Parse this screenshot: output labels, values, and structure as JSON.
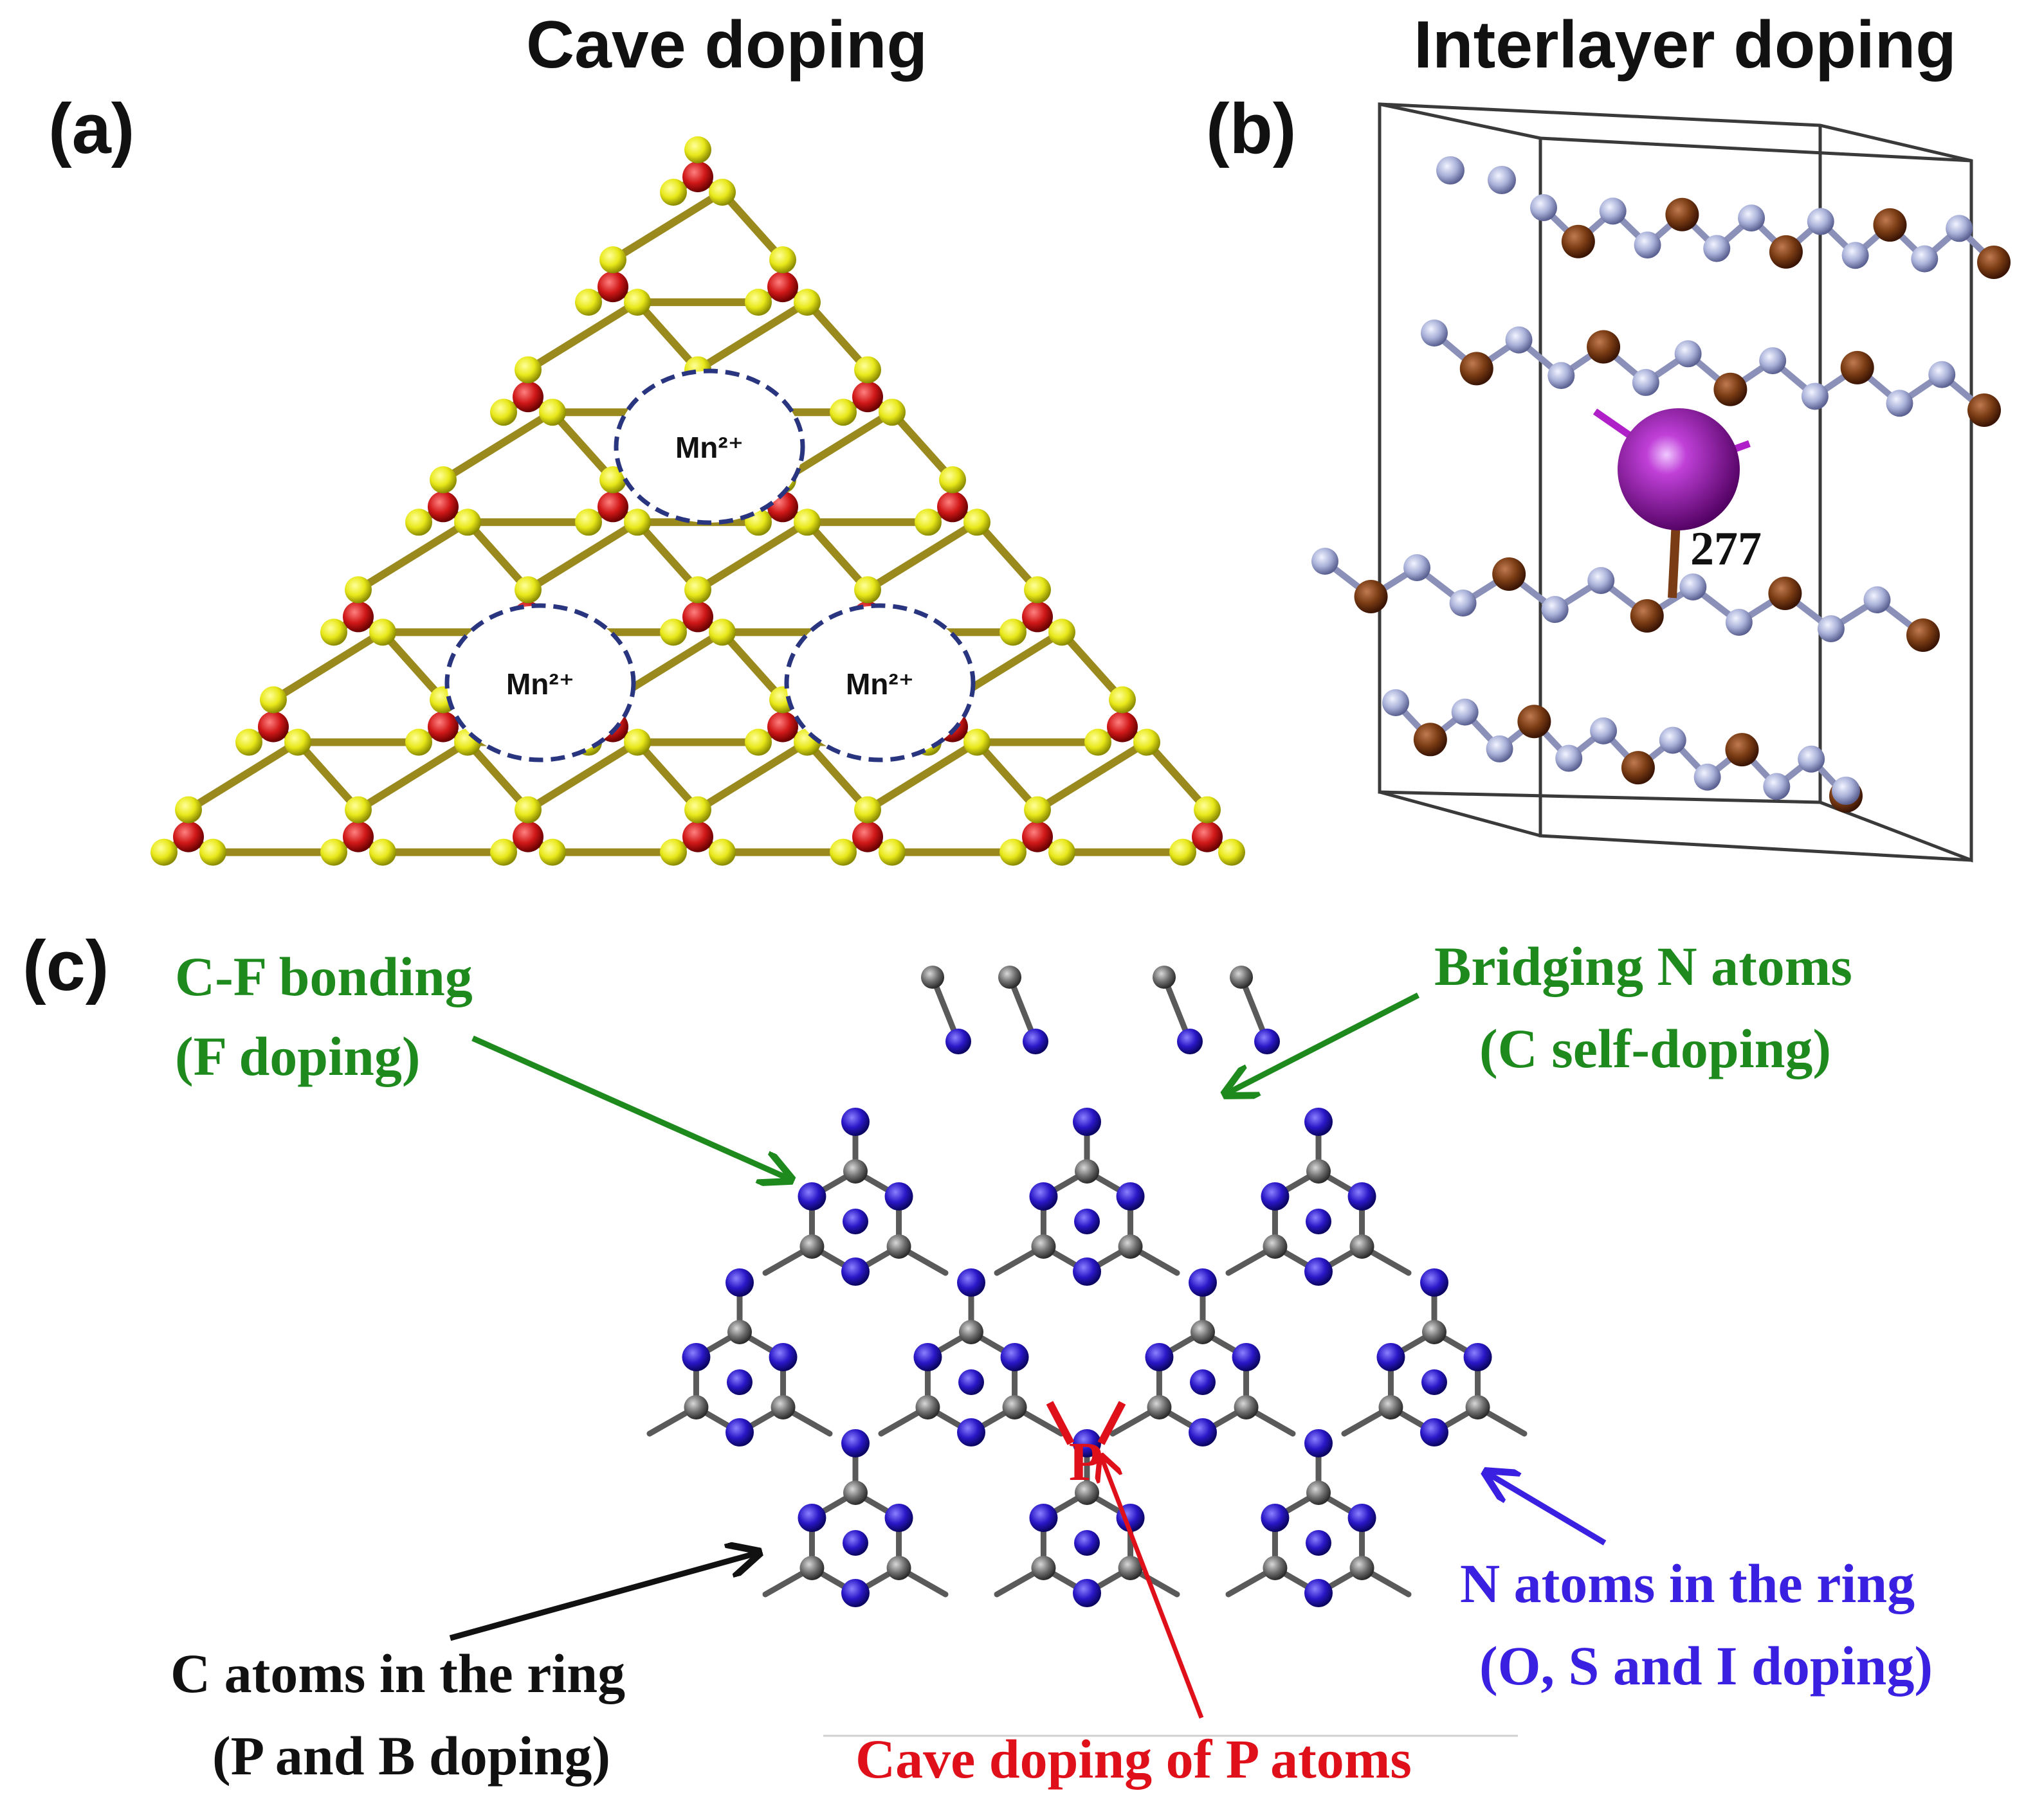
{
  "panel_a": {
    "label": "(a)",
    "title": "Cave doping",
    "cave_labels": [
      "Mn²⁺",
      "Mn²⁺",
      "Mn²⁺"
    ]
  },
  "panel_b": {
    "label": "(b)",
    "title": "Interlayer doping",
    "distance_label": "277"
  },
  "panel_c": {
    "label": "(c)",
    "cf_line1": "C-F bonding",
    "cf_line2": "(F doping)",
    "bridge_line1": "Bridging N atoms",
    "bridge_line2": "(C self-doping)",
    "natoms_line1": "N atoms in the ring",
    "natoms_line2": "(O, S and I doping)",
    "catoms_line1": "C atoms in the ring",
    "catoms_line2": "(P and B doping)",
    "cave_p": "Cave doping of P atoms",
    "p_atom": "P"
  },
  "colors": {
    "yellow_atom": "#e8e81a",
    "red_atom": "#d01818",
    "bond_a": "#9a8a1e",
    "cave_ring": "#2a3580",
    "brown_atom": "#7a3c14",
    "grey_blue_atom": "#a8b0d8",
    "mn_atom": "#9a10b0",
    "blue_atom": "#2a18c8",
    "grey_atom": "#707070",
    "green_text": "#1e8a1e",
    "blue_text": "#3a20e0",
    "red_text": "#e0101a",
    "black_text": "#111111"
  }
}
